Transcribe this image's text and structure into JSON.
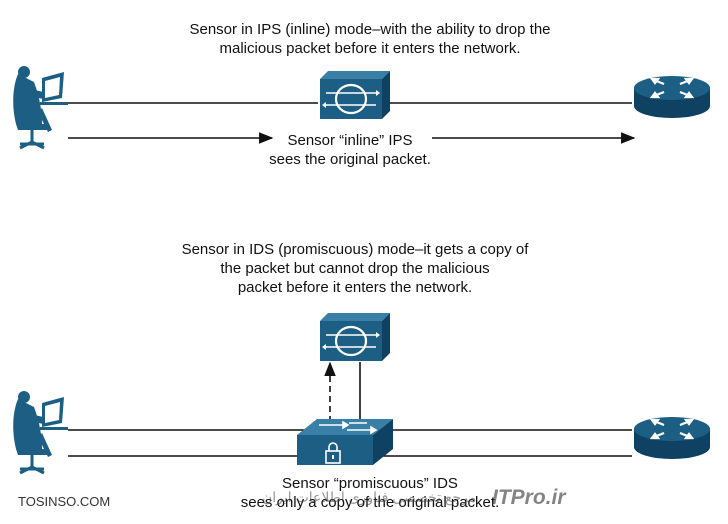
{
  "ips_section": {
    "caption_lines": [
      "Sensor in IPS (inline) mode–with the ability to drop the",
      "malicious packet before it enters the network."
    ],
    "flow_label_lines": [
      "Sensor “inline” IPS",
      "sees the original packet."
    ]
  },
  "ids_section": {
    "caption_lines": [
      "Sensor in IDS (promiscuous) mode–it gets a copy of",
      "the packet but cannot drop the malicious",
      "packet before it enters the network."
    ],
    "flow_label_lines": [
      "Sensor “promiscuous” IDS",
      "sees only a copy of the original packet."
    ]
  },
  "watermarks": {
    "left": "TOSINSO.COM",
    "center": "مرجع تخصصی فناوری اطلاعات ایران",
    "right": "ITPro.ir"
  },
  "colors": {
    "device_blue": "#1d5f84",
    "device_dark": "#0f4262",
    "line": "#111111"
  },
  "icons": [
    "user-at-laptop-icon",
    "ips-sensor-icon",
    "router-icon",
    "switch-icon",
    "lock-icon"
  ]
}
